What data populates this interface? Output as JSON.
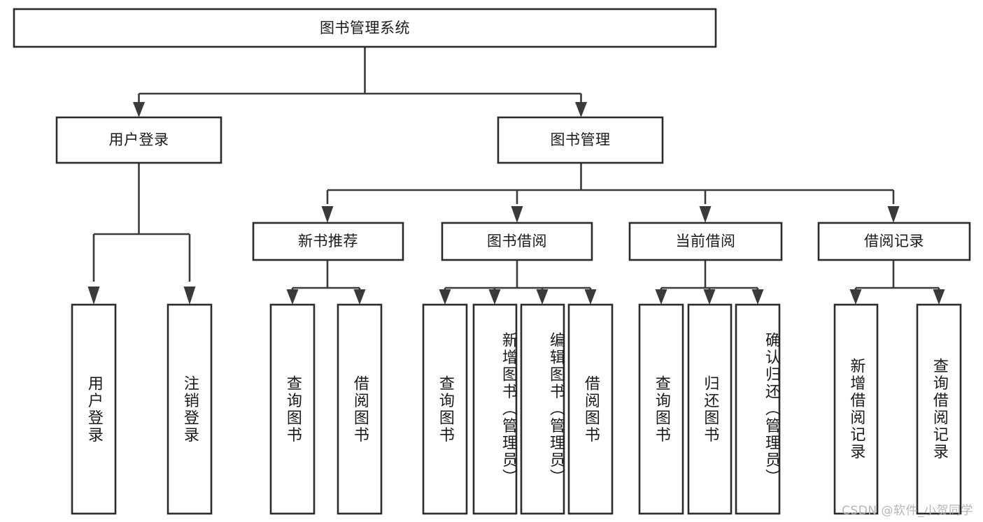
{
  "diagram": {
    "title": "图书管理系统",
    "type": "tree",
    "orientation": "top-down",
    "colors": {
      "box_fill": "#ffffff",
      "box_stroke": "#2b2b2b",
      "connector": "#3a3a3a",
      "text": "#1a1a1a",
      "background": "#ffffff",
      "watermark": "#b6b6b6"
    },
    "levels": [
      {
        "level": 1,
        "nodes": [
          {
            "id": "root",
            "label": "图书管理系统",
            "orientation": "horizontal"
          }
        ]
      },
      {
        "level": 2,
        "nodes": [
          {
            "id": "login",
            "label": "用户登录",
            "orientation": "horizontal",
            "parent": "root"
          },
          {
            "id": "bookmgmt",
            "label": "图书管理",
            "orientation": "horizontal",
            "parent": "root"
          }
        ]
      },
      {
        "level": 3,
        "nodes": [
          {
            "id": "newbook",
            "label": "新书推荐",
            "orientation": "horizontal",
            "parent": "bookmgmt"
          },
          {
            "id": "borrow",
            "label": "图书借阅",
            "orientation": "horizontal",
            "parent": "bookmgmt"
          },
          {
            "id": "current",
            "label": "当前借阅",
            "orientation": "horizontal",
            "parent": "bookmgmt"
          },
          {
            "id": "records",
            "label": "借阅记录",
            "orientation": "horizontal",
            "parent": "bookmgmt"
          }
        ]
      },
      {
        "level": 4,
        "nodes": [
          {
            "id": "leaf1",
            "label": "用户登录",
            "orientation": "vertical",
            "parent": "login"
          },
          {
            "id": "leaf2",
            "label": "注销登录",
            "orientation": "vertical",
            "parent": "login"
          },
          {
            "id": "leaf3",
            "label": "查询图书",
            "orientation": "vertical",
            "parent": "newbook"
          },
          {
            "id": "leaf4",
            "label": "借阅图书",
            "orientation": "vertical",
            "parent": "newbook"
          },
          {
            "id": "leaf5",
            "label": "查询图书",
            "orientation": "vertical",
            "parent": "borrow"
          },
          {
            "id": "leaf6",
            "label": "新增图书（管理员）",
            "orientation": "vertical",
            "parent": "borrow"
          },
          {
            "id": "leaf7",
            "label": "编辑图书（管理员）",
            "orientation": "vertical",
            "parent": "borrow"
          },
          {
            "id": "leaf8",
            "label": "借阅图书",
            "orientation": "vertical",
            "parent": "borrow"
          },
          {
            "id": "leaf9",
            "label": "查询图书",
            "orientation": "vertical",
            "parent": "current"
          },
          {
            "id": "leaf10",
            "label": "归还图书",
            "orientation": "vertical",
            "parent": "current"
          },
          {
            "id": "leaf11",
            "label": "确认归还（管理员）",
            "orientation": "vertical",
            "parent": "current"
          },
          {
            "id": "leaf12",
            "label": "新增借阅记录",
            "orientation": "vertical",
            "parent": "records"
          },
          {
            "id": "leaf13",
            "label": "查询借阅记录",
            "orientation": "vertical",
            "parent": "records"
          }
        ]
      }
    ]
  },
  "watermark": {
    "text": "CSDN @软件_小贺同学"
  }
}
